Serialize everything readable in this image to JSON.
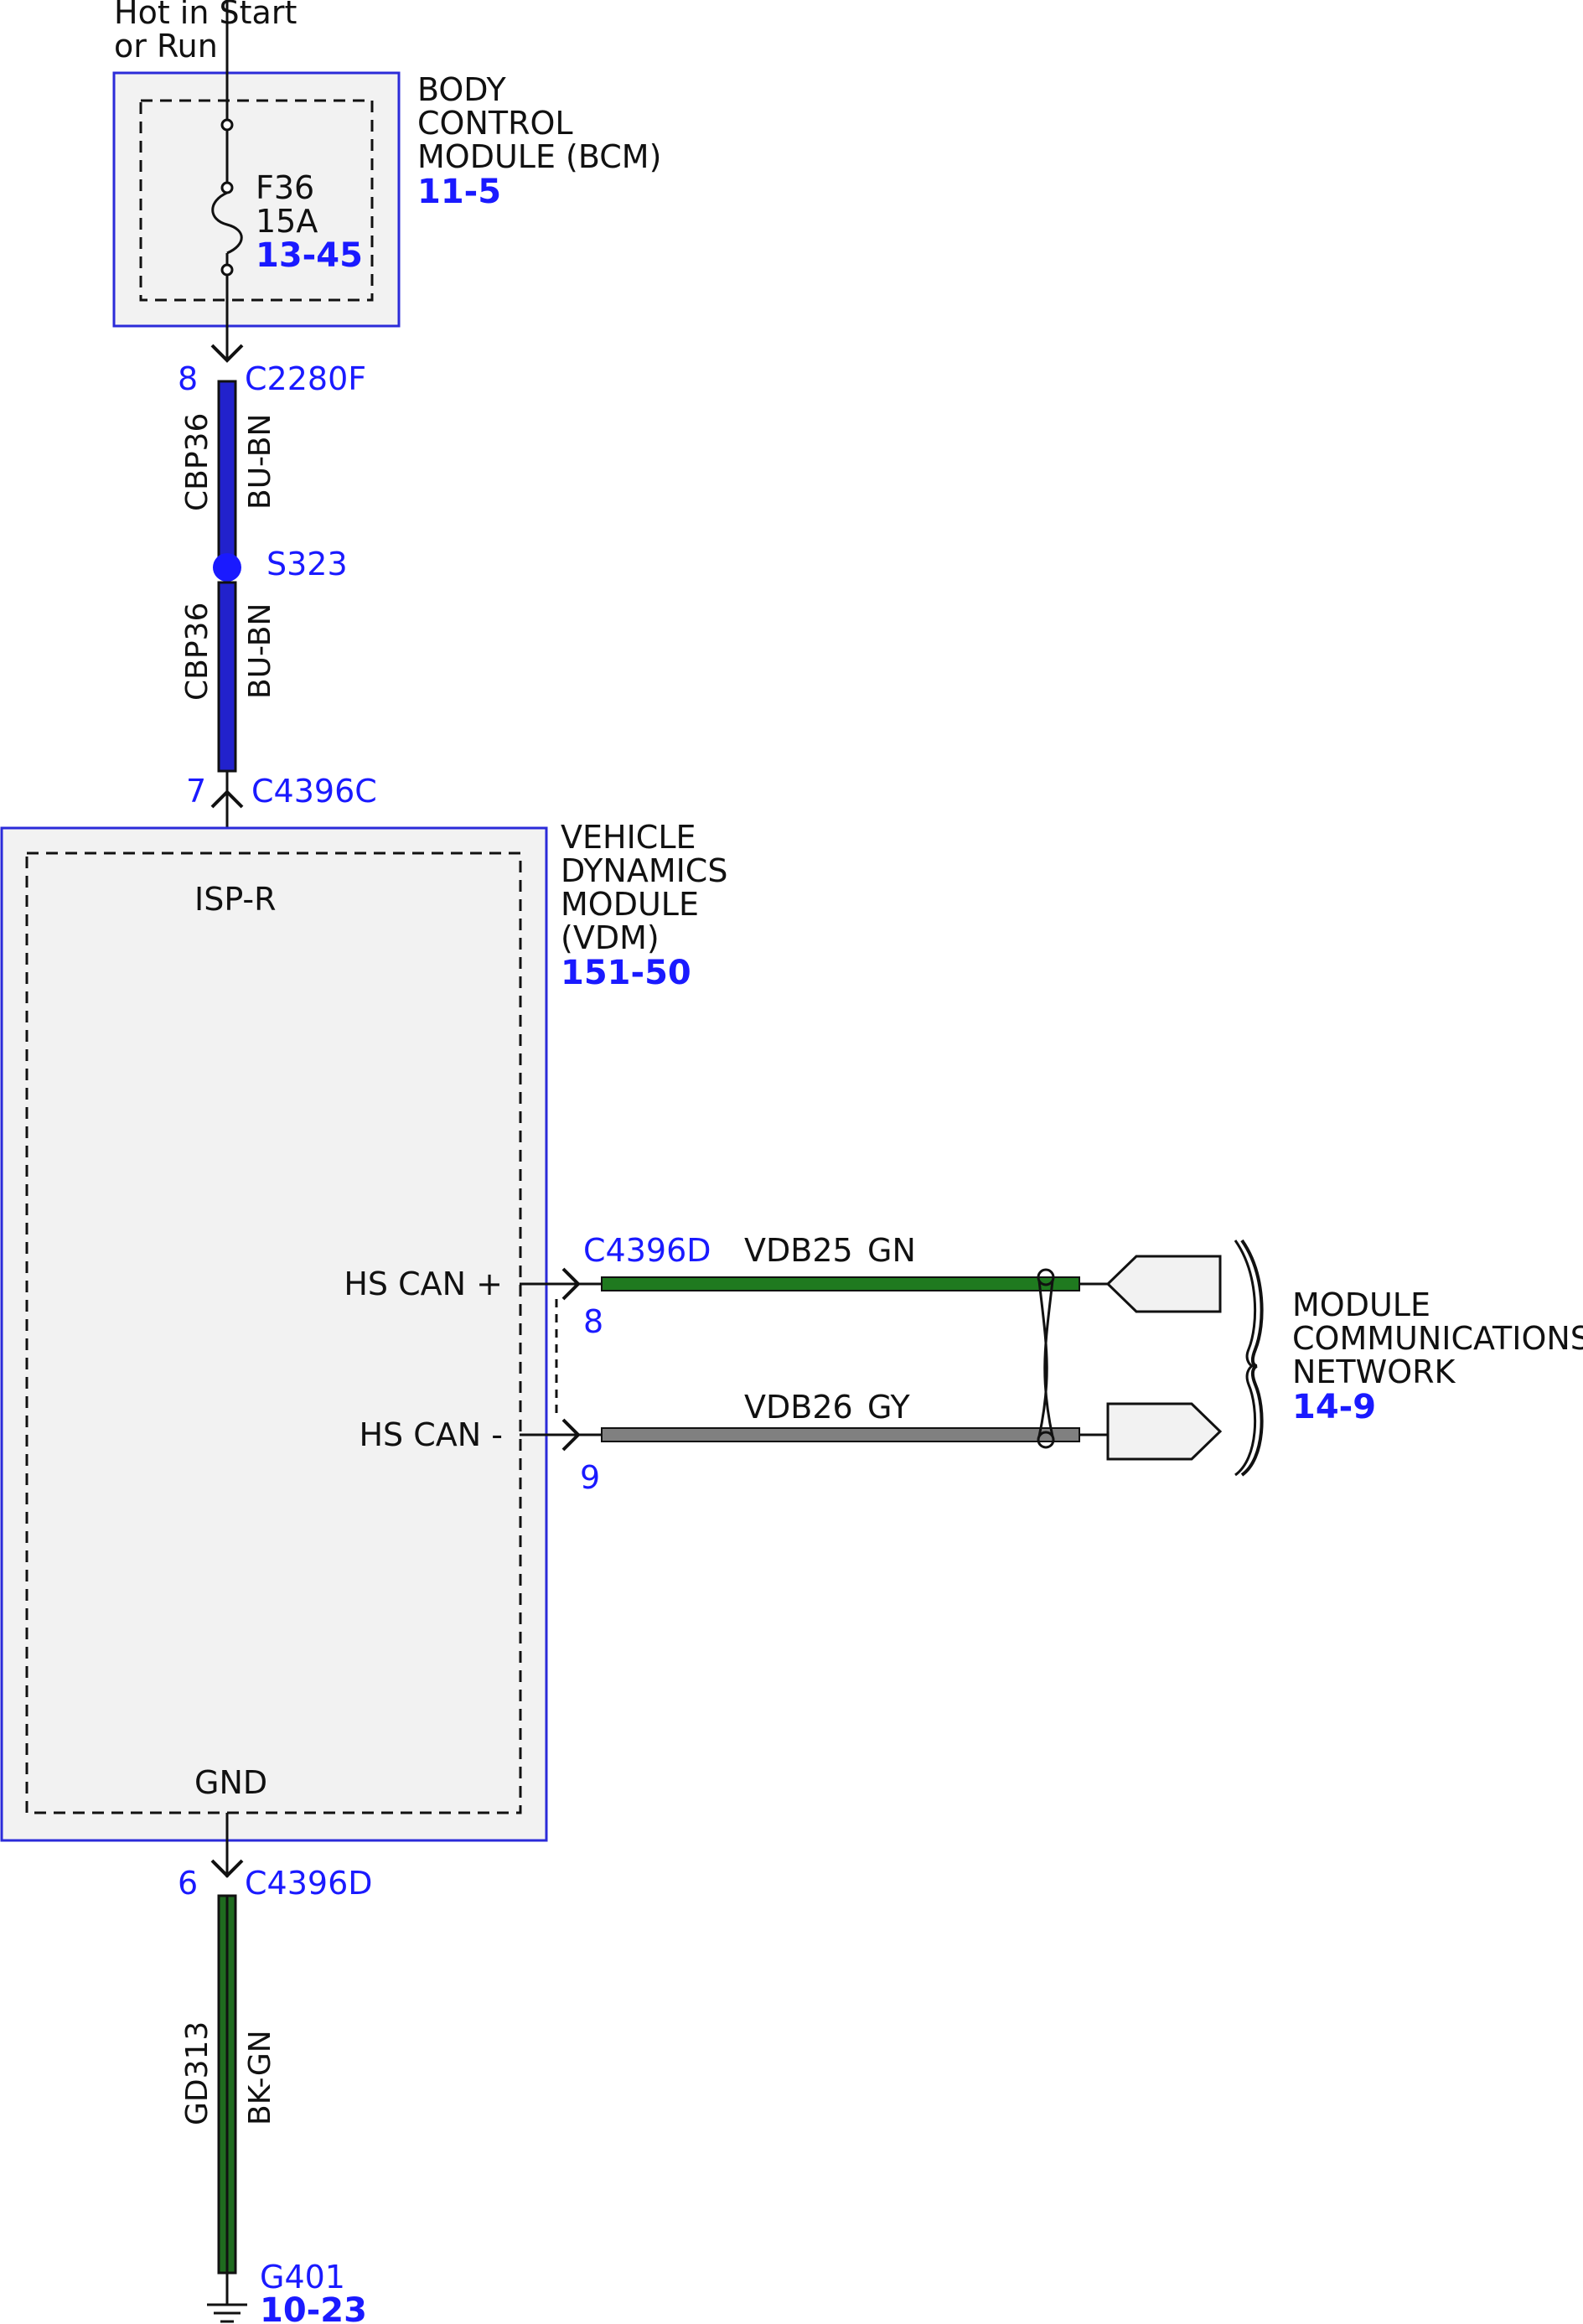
{
  "supply": {
    "label_line1": "Hot in Start",
    "label_line2": "or Run"
  },
  "bcm": {
    "name_line1": "BODY",
    "name_line2": "CONTROL",
    "name_line3": "MODULE (BCM)",
    "ref": "11-5",
    "fuse_name": "F36",
    "fuse_rating": "15A",
    "fuse_ref": "13-45"
  },
  "wire_top": {
    "pin": "8",
    "connector": "C2280F",
    "circuit": "CBP36",
    "color_code": "BU-BN",
    "splice": "S323",
    "circuit2": "CBP36",
    "color_code2": "BU-BN",
    "pin2": "7",
    "connector2": "C4396C",
    "color": "#2222cc"
  },
  "vdm": {
    "name_line1": "VEHICLE",
    "name_line2": "DYNAMICS",
    "name_line3": "MODULE",
    "name_line4": "(VDM)",
    "ref": "151-50",
    "power_label": "ISP-R",
    "can_plus_label": "HS CAN +",
    "can_minus_label": "HS CAN -",
    "gnd_label": "GND"
  },
  "can": {
    "connector": "C4396D",
    "plus_pin": "8",
    "minus_pin": "9",
    "plus_circuit": "VDB25",
    "plus_color_code": "GN",
    "minus_circuit": "VDB26",
    "minus_color_code": "GY",
    "plus_color": "#1f7a1f",
    "minus_color": "#808080"
  },
  "network": {
    "name_line1": "MODULE",
    "name_line2": "COMMUNICATIONS",
    "name_line3": "NETWORK",
    "ref": "14-9"
  },
  "ground": {
    "pin": "6",
    "connector": "C4396D",
    "circuit": "GD313",
    "color_code": "BK-GN",
    "ground_point": "G401",
    "ref": "10-23"
  },
  "colors": {
    "blue_text": "#1a1aff",
    "box_border": "#2b2bd9",
    "box_fill": "#f2f2f2"
  }
}
